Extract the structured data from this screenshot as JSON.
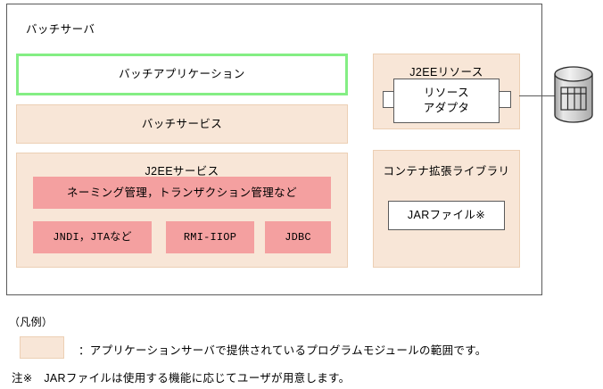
{
  "diagram": {
    "outer": {
      "title": "バッチサーバ"
    },
    "left_column": {
      "batch_application": {
        "label": "バッチアプリケーション",
        "border_color": "#84ee84",
        "fill_color": "#ffffff"
      },
      "batch_service": {
        "label": "バッチサービス",
        "fill_color": "#f8e6d7"
      },
      "j2ee_service": {
        "label": "J2EEサービス",
        "fill_color": "#f8e6d7",
        "items": [
          {
            "label": "ネーミング管理，トランザクション管理など",
            "fill_color": "#f4a0a0"
          },
          {
            "label": "JNDI，JTAなど",
            "fill_color": "#f4a0a0"
          },
          {
            "label": "RMI-IIOP",
            "fill_color": "#f4a0a0"
          },
          {
            "label": "JDBC",
            "fill_color": "#f4a0a0"
          }
        ]
      }
    },
    "right_column": {
      "j2ee_resource": {
        "label": "J2EEリソース",
        "fill_color": "#f8e6d7",
        "adapter": {
          "line1": "リソース",
          "line2": "アダプタ"
        }
      },
      "container_library": {
        "label": "コンテナ拡張ライブラリ",
        "fill_color": "#f8e6d7",
        "jar_file": {
          "label": "JARファイル※"
        }
      }
    },
    "database": {
      "icon": "database-cylinder-icon"
    }
  },
  "legend": {
    "heading": "（凡例）",
    "swatch_color": "#f8e6d7",
    "description": "：アプリケーションサーバで提供されているプログラムモジュールの範囲です。",
    "footnote": "注※　JARファイルは使用する機能に応じてユーザが用意します。"
  }
}
